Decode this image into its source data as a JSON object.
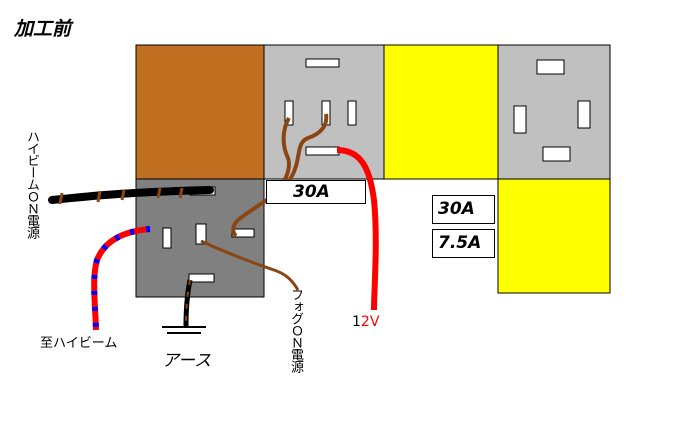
{
  "title": "加工前",
  "labels": {
    "high_beam_on_power": "ハイビームＯＮ電源",
    "fog_on_power": "フォグＯＮ電源",
    "twelve_v_prefix": "1",
    "twelve_v_suffix": "2V",
    "to_high_beam": "至ハイビーム",
    "earth": "アース"
  },
  "fuses": {
    "relay_row": "30A",
    "panel_top": "30A",
    "panel_bottom": "7.5A"
  },
  "colors": {
    "brown_block": "#c07020",
    "relay_light_gray": "#c0c0c0",
    "relay_dark_gray": "#808080",
    "yellow_block": "#ffff00",
    "wire_red": "#ff0000",
    "wire_brown": "#8b4513",
    "wire_black": "#000000",
    "wire_blue": "#0000ff"
  }
}
